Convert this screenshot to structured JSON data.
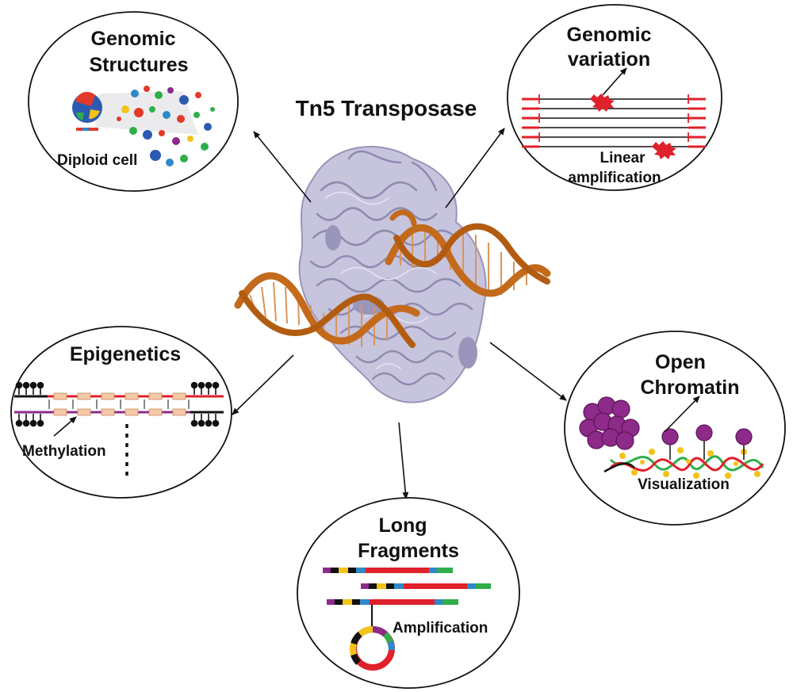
{
  "title": "Tn5 Transposase",
  "panels": {
    "genomic_structures": {
      "title_line1": "Genomic",
      "title_line2": "Structures",
      "label": "Diploid cell"
    },
    "genomic_variation": {
      "title_line1": "Genomic",
      "title_line2": "variation",
      "label_line1": "Linear",
      "label_line2": "amplification"
    },
    "epigenetics": {
      "title": "Epigenetics",
      "label": "Methylation"
    },
    "open_chromatin": {
      "title_line1": "Open",
      "title_line2": "Chromatin",
      "label": "Visualization"
    },
    "long_fragments": {
      "title_line1": "Long",
      "title_line2": "Fragments",
      "label": "Amplification"
    }
  },
  "colors": {
    "protein": "#b9b6d3",
    "protein_dark": "#8f8bb0",
    "dna": "#c36a1c",
    "dna_red": "#e0202a",
    "nucleosome": "#8e2a8a",
    "segment_green": "#2fae4a",
    "segment_blue": "#2f88c8",
    "segment_purple": "#7b3aa0",
    "segment_yellow": "#f2c318",
    "segment_black": "#111111"
  }
}
